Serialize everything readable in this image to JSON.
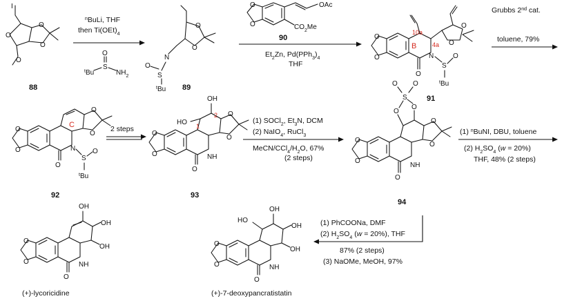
{
  "compounds": {
    "c88": "88",
    "c89": "89",
    "c90": "90",
    "c91": "91",
    "c92": "92",
    "c93": "93",
    "c94": "94",
    "lycoricidine": "(+)-lycoricidine",
    "deoxypancratistatin": "(+)-7-deoxypancratistatin"
  },
  "arrows": {
    "a1": {
      "line1_sup": "n",
      "line1_rest": "BuLi, THF",
      "line2_pre": "then Ti(OEt)",
      "line2_sub": "4"
    },
    "a2": {
      "line1_pre": "Et",
      "line1_sub1": "2",
      "line1_mid": "Zn, Pd(PPh",
      "line1_sub2": "3",
      "line1_end": ")",
      "line1_sub3": "4",
      "line2": "THF"
    },
    "a3": {
      "line1_pre": "Grubbs 2",
      "line1_sup": "nd",
      "line1_post": " cat.",
      "line2": "toluene, 79%"
    },
    "a4": {
      "label": "2 steps"
    },
    "a5": {
      "l1_pre": "(1) SOCl",
      "l1_sub1": "2",
      "l1_mid": ", Et",
      "l1_sub2": "3",
      "l1_end": "N, DCM",
      "l2_pre": "(2) NaIO",
      "l2_sub1": "4",
      "l2_mid": ", RuCl",
      "l2_sub2": "3",
      "l3_pre": "MeCN/CCl",
      "l3_sub1": "4",
      "l3_mid": "/H",
      "l3_sub2": "2",
      "l3_end": "O, 67%",
      "l4": "(2 steps)"
    },
    "a6": {
      "l1_pre": "(1) ",
      "l1_sup": "n",
      "l1_post": "BuNI, DBU, toluene",
      "l2_pre": "(2) H",
      "l2_sub1": "2",
      "l2_mid": "SO",
      "l2_sub2": "4",
      "l2_open": " (",
      "l2_w": "w",
      "l2_end": " = 20%)",
      "l3": "THF, 48% (2 steps)"
    },
    "a7": {
      "l1": "(1) PhCOONa, DMF",
      "l2_pre": "(2) H",
      "l2_sub1": "2",
      "l2_mid": "SO",
      "l2_sub2": "4",
      "l2_open": " (",
      "l2_w": "w",
      "l2_end": " = 20%), THF",
      "l3": "87% (2 steps)",
      "l4": "(3) NaOMe, MeOH, 97%"
    }
  },
  "atoms": {
    "I": "I",
    "O": "O",
    "N": "N",
    "S": "S",
    "H": "H",
    "OAc": "OAc",
    "CO2Me_pre": "CO",
    "CO2Me_sub": "2",
    "CO2Me_post": "Me",
    "NH2_pre": "NH",
    "NH2_sub": "2",
    "tBu_sup": "t",
    "tBu_rest": "Bu",
    "HO": "HO",
    "OH": "OH",
    "NH": "NH",
    "Os": "O"
  },
  "ring_labels": {
    "B": "B",
    "C": "C",
    "c10a": "10a",
    "c4a": "4a",
    "c1": "1",
    "c2": "2"
  },
  "colors": {
    "ink": "#111111",
    "annotation_red": "#d42a1f"
  }
}
